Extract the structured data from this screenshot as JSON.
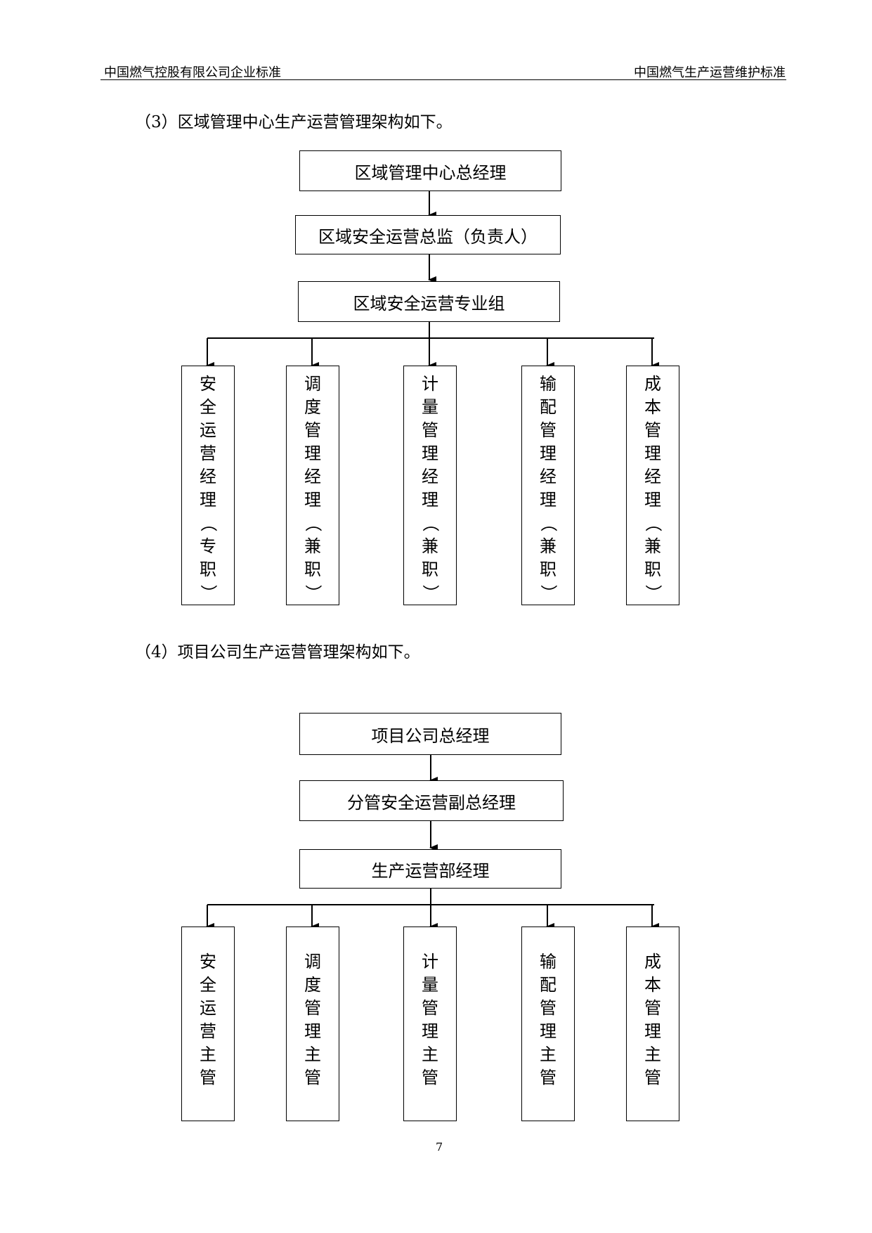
{
  "header": {
    "left": "中国燃气控股有限公司企业标准",
    "right": "中国燃气生产运营维护标准"
  },
  "section3": {
    "caption": "（3）区域管理中心生产运营管理架构如下。",
    "top": "区域管理中心总经理",
    "mid": "区域安全运营总监（负责人）",
    "group": "区域安全运营专业组",
    "children": [
      "安全运营经理（专职）",
      "调度管理经理（兼职）",
      "计量管理经理（兼职）",
      "输配管理经理（兼职）",
      "成本管理经理（兼职）"
    ]
  },
  "section4": {
    "caption": "（4）项目公司生产运营管理架构如下。",
    "top": "项目公司总经理",
    "mid": "分管安全运营副总经理",
    "group": "生产运营部经理",
    "children": [
      "安全运营主管",
      "调度管理主管",
      "计量管理主管",
      "输配管理主管",
      "成本管理主管"
    ]
  },
  "page_number": "7"
}
